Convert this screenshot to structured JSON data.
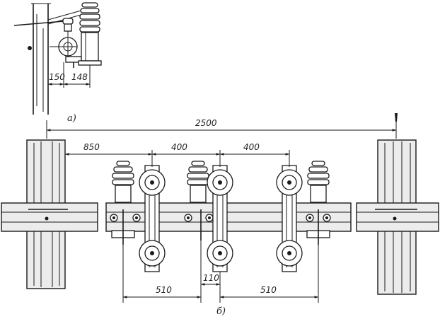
{
  "figure_a": {
    "caption": "а)",
    "dims": {
      "d1": "150",
      "d2": "148"
    }
  },
  "figure_b": {
    "caption": "б)",
    "dims": {
      "overall": "2500",
      "pole_to_first": "850",
      "spacing_1": "400",
      "spacing_2": "400",
      "bottom_left": "510",
      "bottom_mid": "110",
      "bottom_right": "510"
    }
  }
}
